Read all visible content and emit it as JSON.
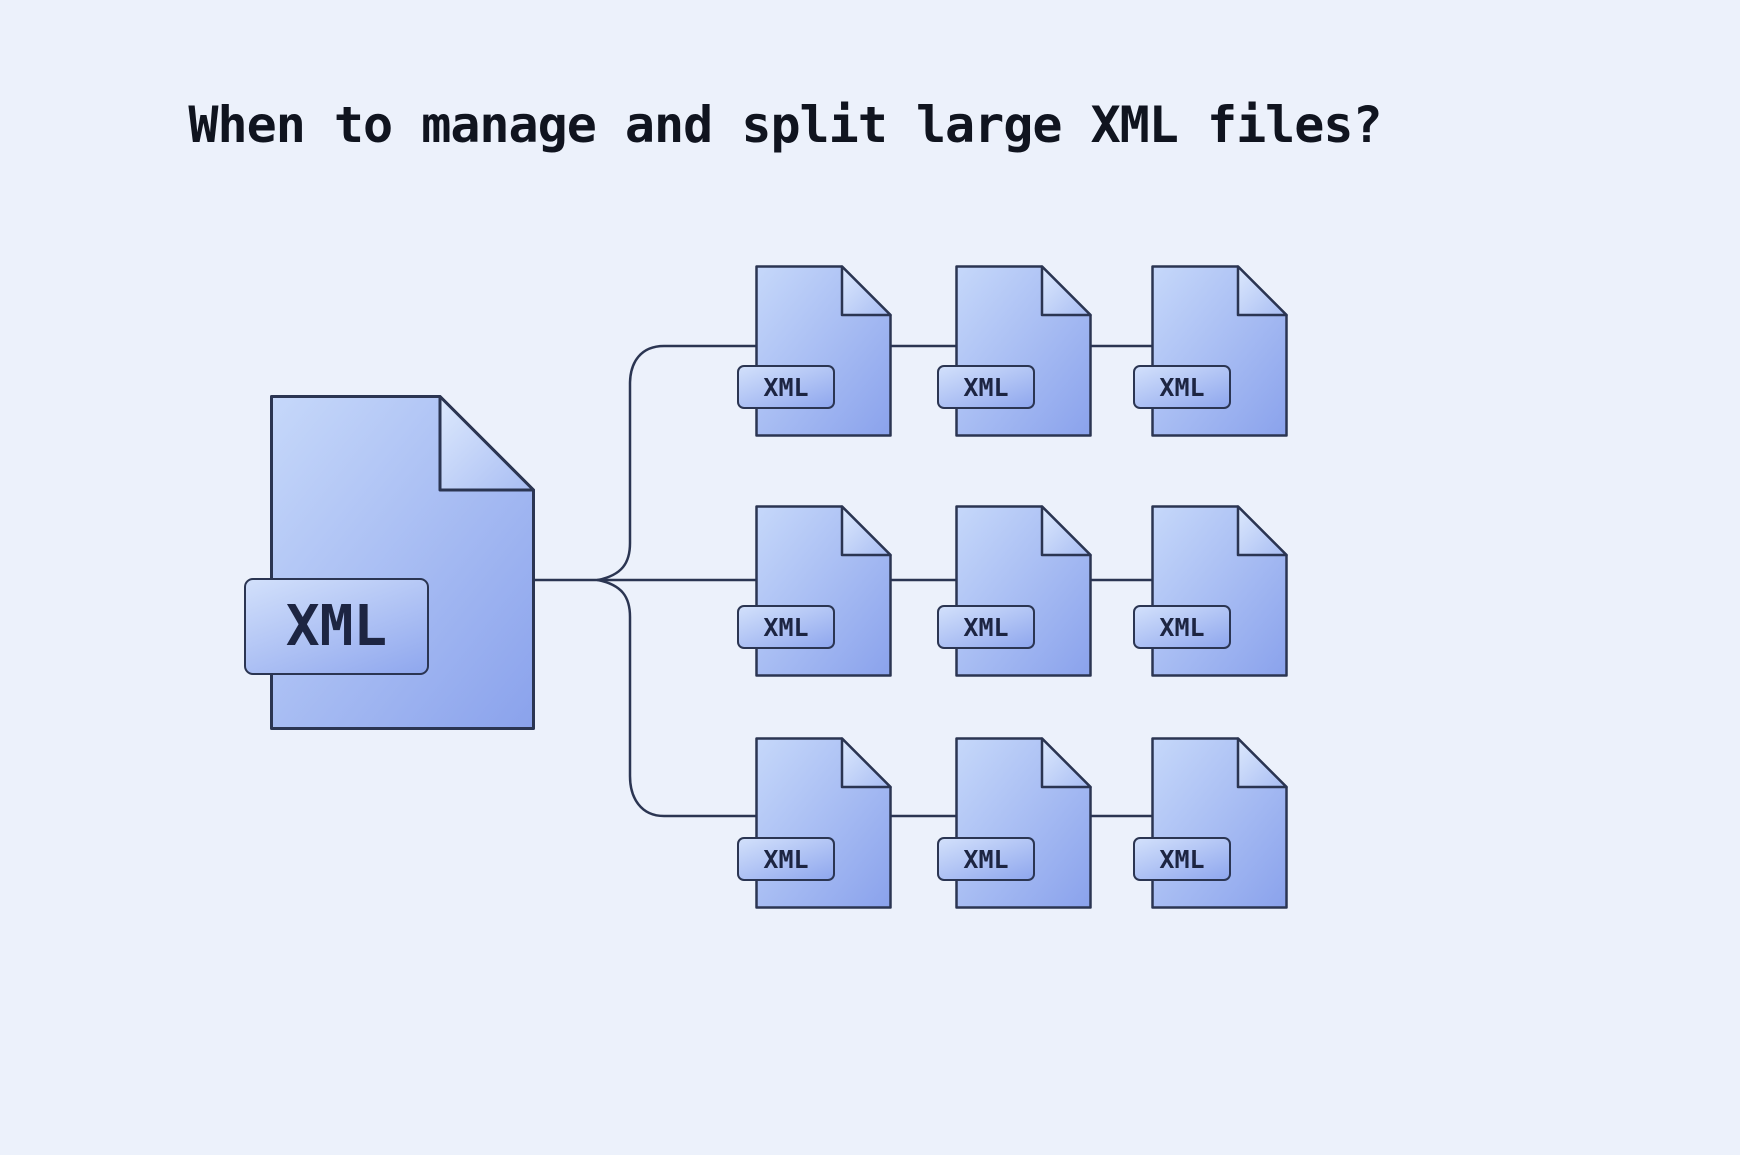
{
  "title": "When to manage and split large XML files?",
  "source_file": {
    "label": "XML"
  },
  "split_files": {
    "rows": [
      {
        "labels": [
          "XML",
          "XML",
          "XML"
        ]
      },
      {
        "labels": [
          "XML",
          "XML",
          "XML"
        ]
      },
      {
        "labels": [
          "XML",
          "XML",
          "XML"
        ]
      }
    ]
  },
  "colors": {
    "background": "#ecf1fb",
    "file_fill_light": "#c6d8fa",
    "file_fill_dark": "#8aa2ec",
    "fold_light": "#dde9fd",
    "fold_dark": "#a8bdf3",
    "outline": "#2b3552",
    "title_text": "#10141f",
    "label_text": "#1d2542"
  }
}
